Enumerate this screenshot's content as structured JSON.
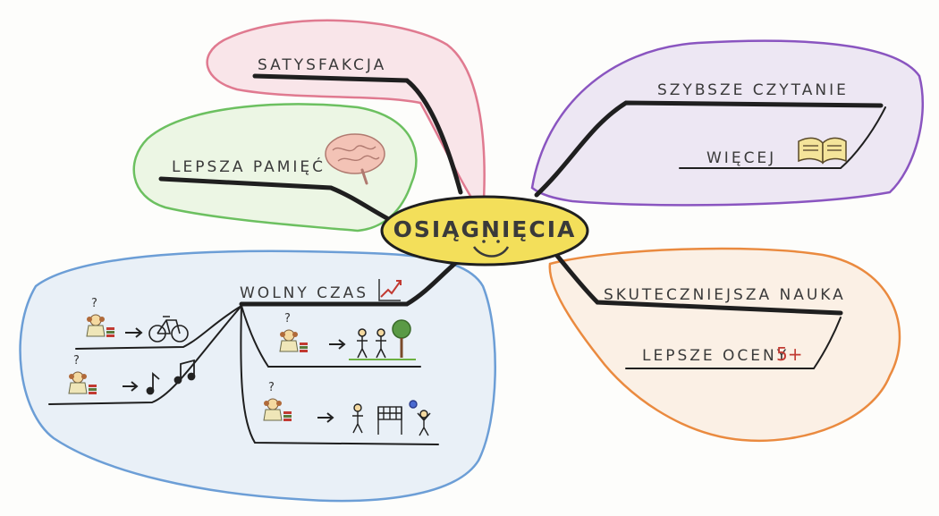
{
  "central": {
    "label": "OSIĄGNIĘCIA"
  },
  "branches": {
    "satysfakcja": {
      "label": "SATYSFAKCJA",
      "color": "#e07a90"
    },
    "pamiec": {
      "label": "LEPSZA PAMIĘĆ",
      "color": "#6cc060",
      "icon": "brain-icon"
    },
    "czytanie": {
      "label": "SZYBSZE CZYTANIE",
      "sub": "WIĘCEJ",
      "color": "#8a55c0",
      "icon": "open-book-icon"
    },
    "nauka": {
      "label": "SKUTECZNIEJSZA NAUKA",
      "sub": "LEPSZE OCENY",
      "grade": "5+",
      "color": "#ea8a3f"
    },
    "wolny": {
      "label": "WOLNY CZAS",
      "color": "#6c9ed6",
      "icon": "rising-chart-icon",
      "question_mark": "?",
      "activities": [
        "bicycle-icon",
        "music-notes-icon",
        "friends-with-tree-icon",
        "volleyball-icon"
      ]
    }
  },
  "colors": {
    "central_fill": "#f3df5a",
    "ink": "#1f1f1f"
  }
}
